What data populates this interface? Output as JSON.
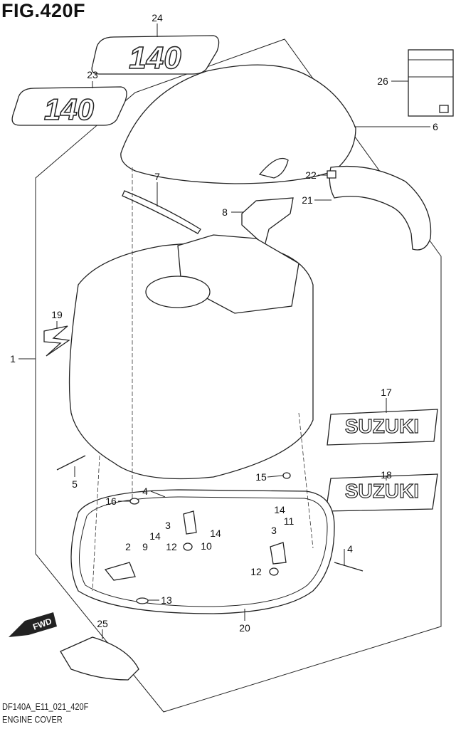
{
  "figure": {
    "title": "FIG.420F",
    "code": "DF140A_E11_021_420F",
    "caption": "ENGINE COVER"
  },
  "decals": {
    "top_140": "140",
    "side_140": "140",
    "suzuki_a": "SUZUKI",
    "suzuki_b": "SUZUKI",
    "fwd": "FWD"
  },
  "callouts": [
    {
      "id": "c24",
      "label": "24"
    },
    {
      "id": "c23",
      "label": "23"
    },
    {
      "id": "c26",
      "label": "26"
    },
    {
      "id": "c6",
      "label": "6"
    },
    {
      "id": "c22",
      "label": "22"
    },
    {
      "id": "c21",
      "label": "21"
    },
    {
      "id": "c7",
      "label": "7"
    },
    {
      "id": "c8",
      "label": "8"
    },
    {
      "id": "c19",
      "label": "19"
    },
    {
      "id": "c1",
      "label": "1"
    },
    {
      "id": "c17",
      "label": "17"
    },
    {
      "id": "c18",
      "label": "18"
    },
    {
      "id": "c5",
      "label": "5"
    },
    {
      "id": "c15",
      "label": "15"
    },
    {
      "id": "c16",
      "label": "16"
    },
    {
      "id": "c4a",
      "label": "4"
    },
    {
      "id": "c14a",
      "label": "14"
    },
    {
      "id": "c11",
      "label": "11"
    },
    {
      "id": "c3a",
      "label": "3"
    },
    {
      "id": "c3b",
      "label": "3"
    },
    {
      "id": "c14b",
      "label": "14"
    },
    {
      "id": "c14c",
      "label": "14"
    },
    {
      "id": "c2",
      "label": "2"
    },
    {
      "id": "c9",
      "label": "9"
    },
    {
      "id": "c12a",
      "label": "12"
    },
    {
      "id": "c10",
      "label": "10"
    },
    {
      "id": "c4b",
      "label": "4"
    },
    {
      "id": "c12b",
      "label": "12"
    },
    {
      "id": "c13",
      "label": "13"
    },
    {
      "id": "c20",
      "label": "20"
    },
    {
      "id": "c25",
      "label": "25"
    }
  ]
}
